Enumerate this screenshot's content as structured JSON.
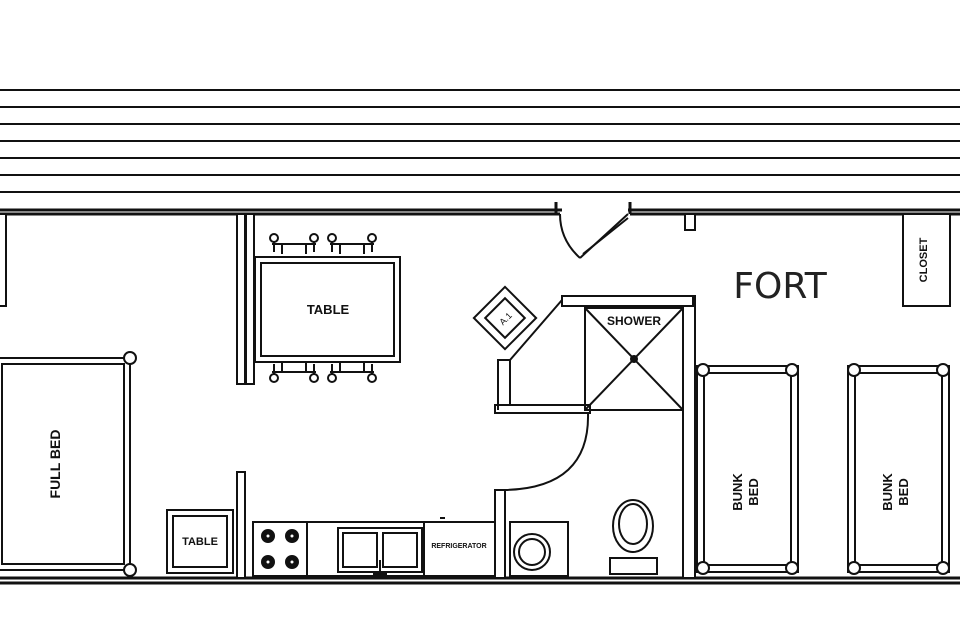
{
  "labels": {
    "table_dining": "TABLE",
    "table_small": "TABLE",
    "shower": "SHOWER",
    "fort": "FORT",
    "closet": "CLOSET",
    "full_bed": "FULL BED",
    "bunk_bed_1": [
      "BUNK",
      "BED"
    ],
    "bunk_bed_2": [
      "BUNK",
      "BED"
    ],
    "refrigerator": "REFRIGERATOR",
    "ac": "A.1"
  }
}
